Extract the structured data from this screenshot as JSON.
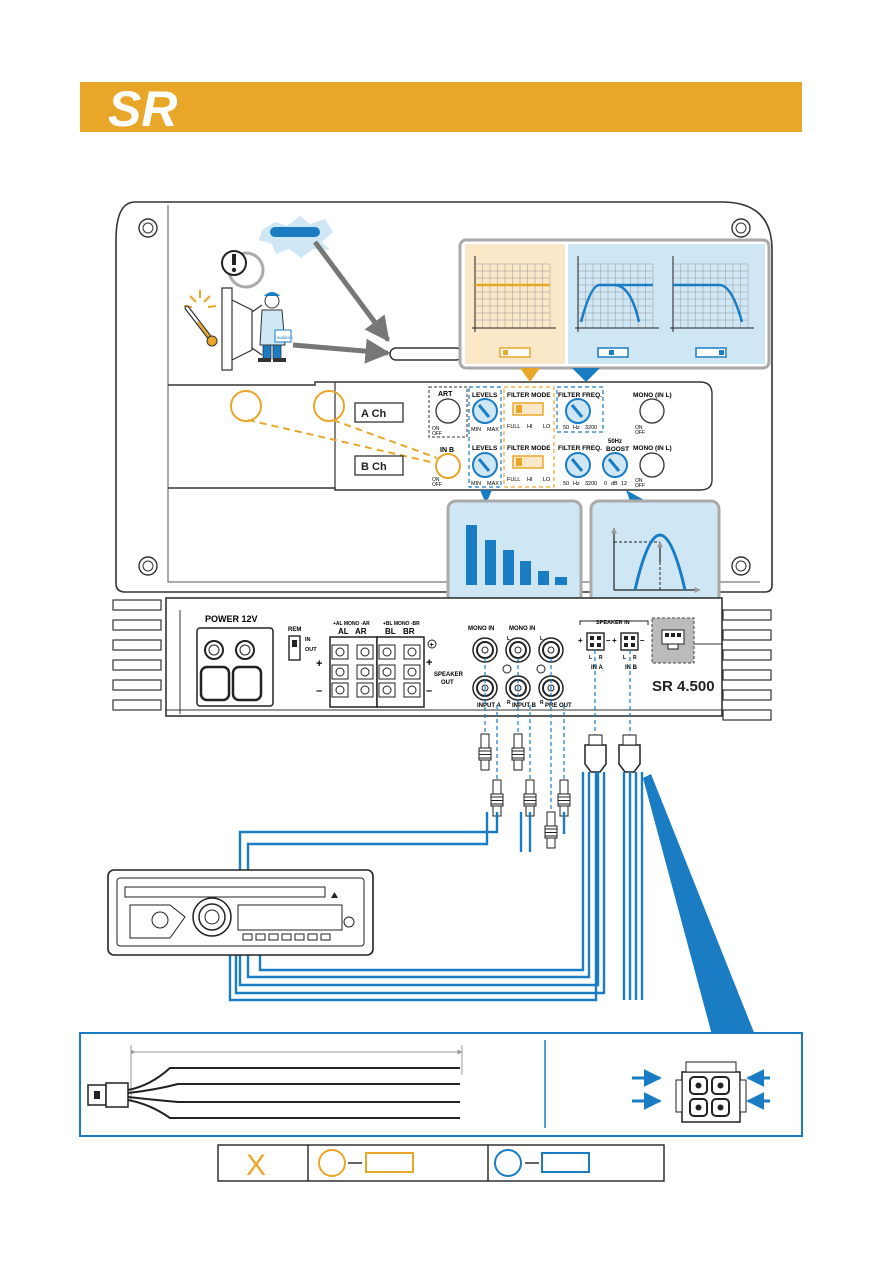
{
  "header": {
    "logo": "SR"
  },
  "model": "SR 4.500",
  "brand_label": "audison",
  "top_panel": {
    "a_ch": "A Ch",
    "b_ch": "B Ch",
    "art": "ART",
    "in_b": "IN B",
    "on": "ON",
    "off": "OFF",
    "levels": "LEVELS",
    "min": "MIN",
    "max": "MAX",
    "filter_mode": "FILTER MODE",
    "full": "FULL",
    "hi": "HI",
    "lo": "LO",
    "filter_freq": "FILTER FREQ.",
    "freq_min": "50",
    "freq_unit": "Hz",
    "freq_max": "3200",
    "mono_in_l": "MONO (IN L)",
    "boost_freq": "50Hz",
    "boost": "BOOST",
    "boost_min": "0",
    "boost_unit": "dB",
    "boost_max": "12"
  },
  "bottom_panel": {
    "power": "POWER 12V",
    "plus": "+",
    "minus": "–",
    "rem": "REM",
    "rem_in": "IN",
    "rem_out": "OUT",
    "mono_ar_label": "+AL MONO -AR",
    "mono_br_label": "+BL MONO -BR",
    "al": "AL",
    "ar": "AR",
    "bl": "BL",
    "br": "BR",
    "speaker_out": "SPEAKER",
    "speaker_out2": "OUT",
    "mono_in": "MONO IN",
    "l": "L",
    "r": "R",
    "input_a": "INPUT A",
    "input_b": "INPUT B",
    "pre_out": "PRE OUT",
    "speaker_in": "SPEAKER IN",
    "in_a": "IN A",
    "in_b": "IN B"
  },
  "legend": {
    "x_mark": "X"
  },
  "colors": {
    "orange": "#e9a72a",
    "blue": "#1a7dc4",
    "light_blue": "#cfe6f5",
    "light_orange": "#fbe8c8",
    "gray": "#888888",
    "dark": "#222222"
  }
}
